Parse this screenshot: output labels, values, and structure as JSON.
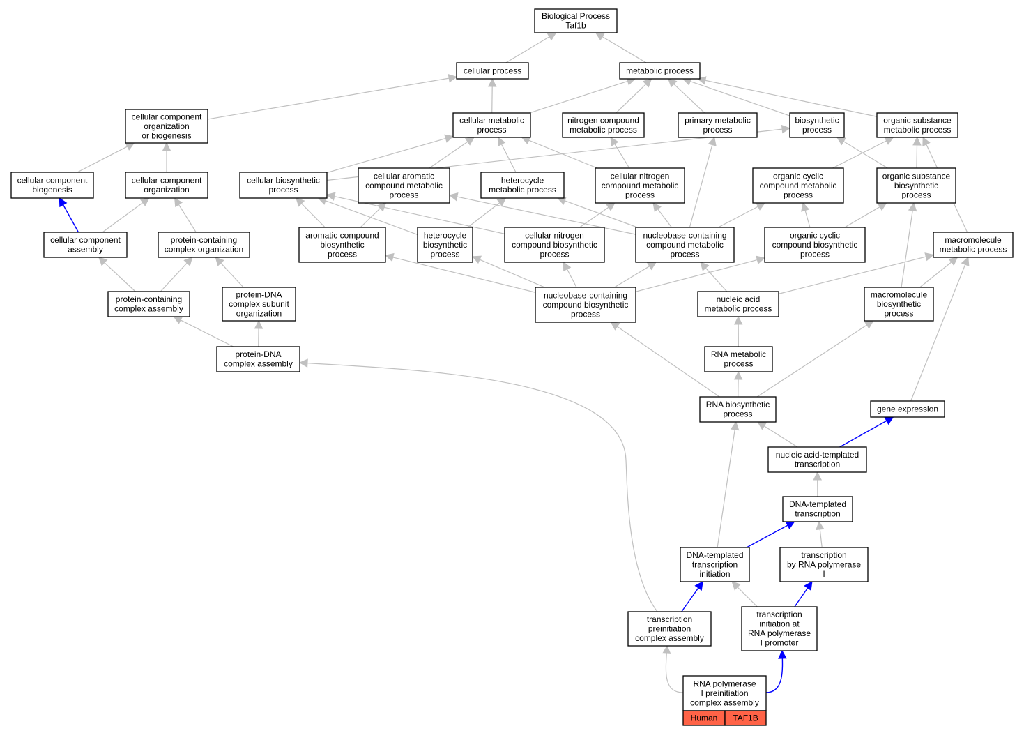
{
  "nodes": {
    "bp": [
      "Biological Process",
      "Taf1b"
    ],
    "cp": [
      "cellular process"
    ],
    "mp": [
      "metabolic process"
    ],
    "ccob": [
      "cellular component",
      "organization",
      "or biogenesis"
    ],
    "cmp": [
      "cellular metabolic",
      "process"
    ],
    "ncmp": [
      "nitrogen compound",
      "metabolic process"
    ],
    "pmp": [
      "primary metabolic",
      "process"
    ],
    "bsp": [
      "biosynthetic",
      "process"
    ],
    "osmp": [
      "organic substance",
      "metabolic process"
    ],
    "ccb": [
      "cellular component",
      "biogenesis"
    ],
    "cco": [
      "cellular component",
      "organization"
    ],
    "cbp": [
      "cellular biosynthetic",
      "process"
    ],
    "cacmp": [
      "cellular aromatic",
      "compound metabolic",
      "process"
    ],
    "hmp": [
      "heterocycle",
      "metabolic process"
    ],
    "cncmp": [
      "cellular nitrogen",
      "compound metabolic",
      "process"
    ],
    "occmp": [
      "organic cyclic",
      "compound metabolic",
      "process"
    ],
    "osbp": [
      "organic substance",
      "biosynthetic",
      "process"
    ],
    "cca": [
      "cellular component",
      "assembly"
    ],
    "pcco": [
      "protein-containing",
      "complex organization"
    ],
    "acbp": [
      "aromatic compound",
      "biosynthetic",
      "process"
    ],
    "hbp": [
      "heterocycle",
      "biosynthetic",
      "process"
    ],
    "cncbp": [
      "cellular nitrogen",
      "compound biosynthetic",
      "process"
    ],
    "nbcmp": [
      "nucleobase-containing",
      "compound metabolic",
      "process"
    ],
    "occbp": [
      "organic cyclic",
      "compound biosynthetic",
      "process"
    ],
    "mmp": [
      "macromolecule",
      "metabolic process"
    ],
    "pcca": [
      "protein-containing",
      "complex assembly"
    ],
    "pdcso": [
      "protein-DNA",
      "complex subunit",
      "organization"
    ],
    "nbcbp": [
      "nucleobase-containing",
      "compound biosynthetic",
      "process"
    ],
    "namp": [
      "nucleic acid",
      "metabolic process"
    ],
    "mbp": [
      "macromolecule",
      "biosynthetic",
      "process"
    ],
    "pdca": [
      "protein-DNA",
      "complex assembly"
    ],
    "rmp": [
      "RNA metabolic",
      "process"
    ],
    "rbp": [
      "RNA biosynthetic",
      "process"
    ],
    "ge": [
      "gene expression"
    ],
    "natt": [
      "nucleic acid-templated",
      "transcription"
    ],
    "dtt": [
      "DNA-templated",
      "transcription"
    ],
    "dtti": [
      "DNA-templated",
      "transcription",
      "initiation"
    ],
    "trp1": [
      "transcription",
      "by RNA polymerase",
      "I"
    ],
    "tpca": [
      "transcription",
      "preinitiation",
      "complex assembly"
    ],
    "tiarp": [
      "transcription",
      "initiation at",
      "RNA polymerase",
      "I promoter"
    ],
    "rpipca": [
      "RNA polymerase",
      "I preinitiation",
      "complex assembly"
    ]
  },
  "gene_annotation": {
    "species": "Human",
    "gene": "TAF1B",
    "color": "#ff6347"
  },
  "edge_colors": {
    "default": "#c0c0c0",
    "highlight": "#0000ff"
  }
}
